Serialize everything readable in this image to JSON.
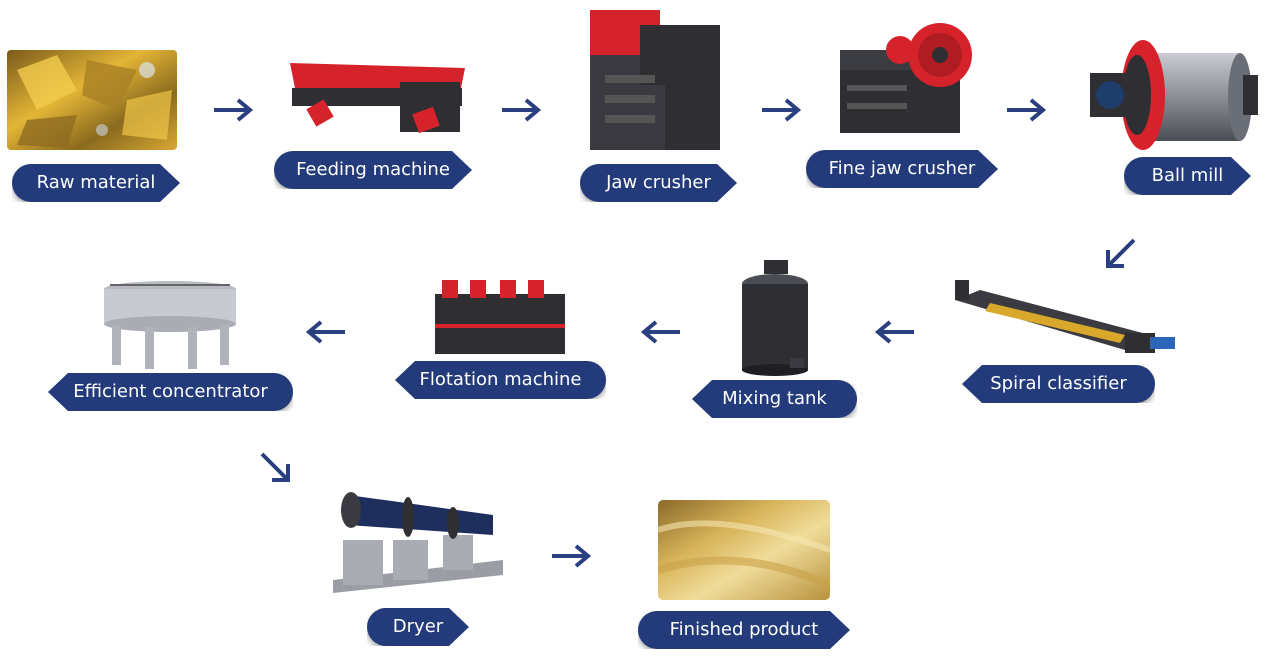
{
  "steps": [
    {
      "name": "Raw material"
    },
    {
      "name": "Feeding machine"
    },
    {
      "name": "Jaw crusher"
    },
    {
      "name": "Fine jaw crusher"
    },
    {
      "name": "Ball mill"
    },
    {
      "name": "Spiral classifier"
    },
    {
      "name": "Mixing tank"
    },
    {
      "name": "Flotation machine"
    },
    {
      "name": "Efficient concentrator"
    },
    {
      "name": "Dryer"
    },
    {
      "name": "Finished product"
    }
  ],
  "colors": {
    "label_bg": "#233b7a",
    "arrow": "#2a3f7f",
    "machine_red": "#d6232b",
    "machine_dark": "#2e2e33",
    "gold": "#c9a43e"
  }
}
